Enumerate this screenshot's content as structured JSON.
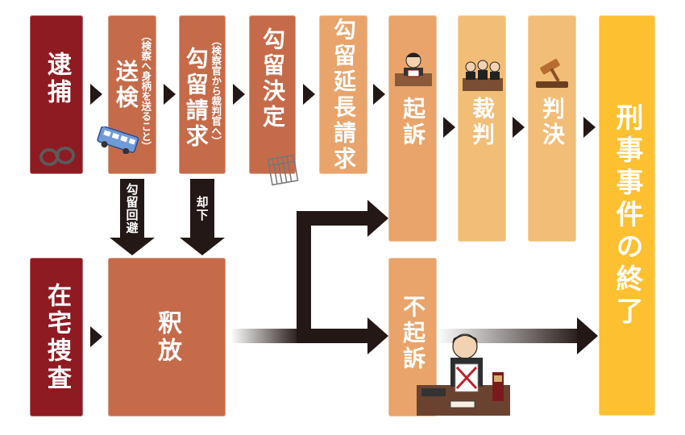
{
  "nodes": {
    "arrest": "逮捕",
    "referral": "送検",
    "referral_note": "（検察へ身柄を送ること）",
    "detention_request": "勾留請求",
    "detention_request_note": "（検察官から裁判官へ）",
    "detention_decision": "勾留決定",
    "extension_request": "勾留延長請求",
    "indictment": "起訴",
    "trial": "裁判",
    "judgment": "判決",
    "end": "刑事事件の終了",
    "home_investigation": "在宅捜査",
    "release": "釈放",
    "non_indictment": "不起訴"
  },
  "down_arrows": {
    "avoid_detention": "勾留回避",
    "rejected": "却下"
  },
  "icons": [
    "handcuffs-icon",
    "police-bus-icon",
    "jail-bars-icon",
    "prosecutor-icon",
    "judges-panel-icon",
    "gavel-icon",
    "prosecutor-with-document-icon"
  ],
  "colors": {
    "dark_red": "#8e1a22",
    "terracotta": "#c56b4a",
    "orange": "#e8a46a",
    "light_orange": "#f1bd77",
    "gold": "#fcc030",
    "arrow": "#231815"
  }
}
